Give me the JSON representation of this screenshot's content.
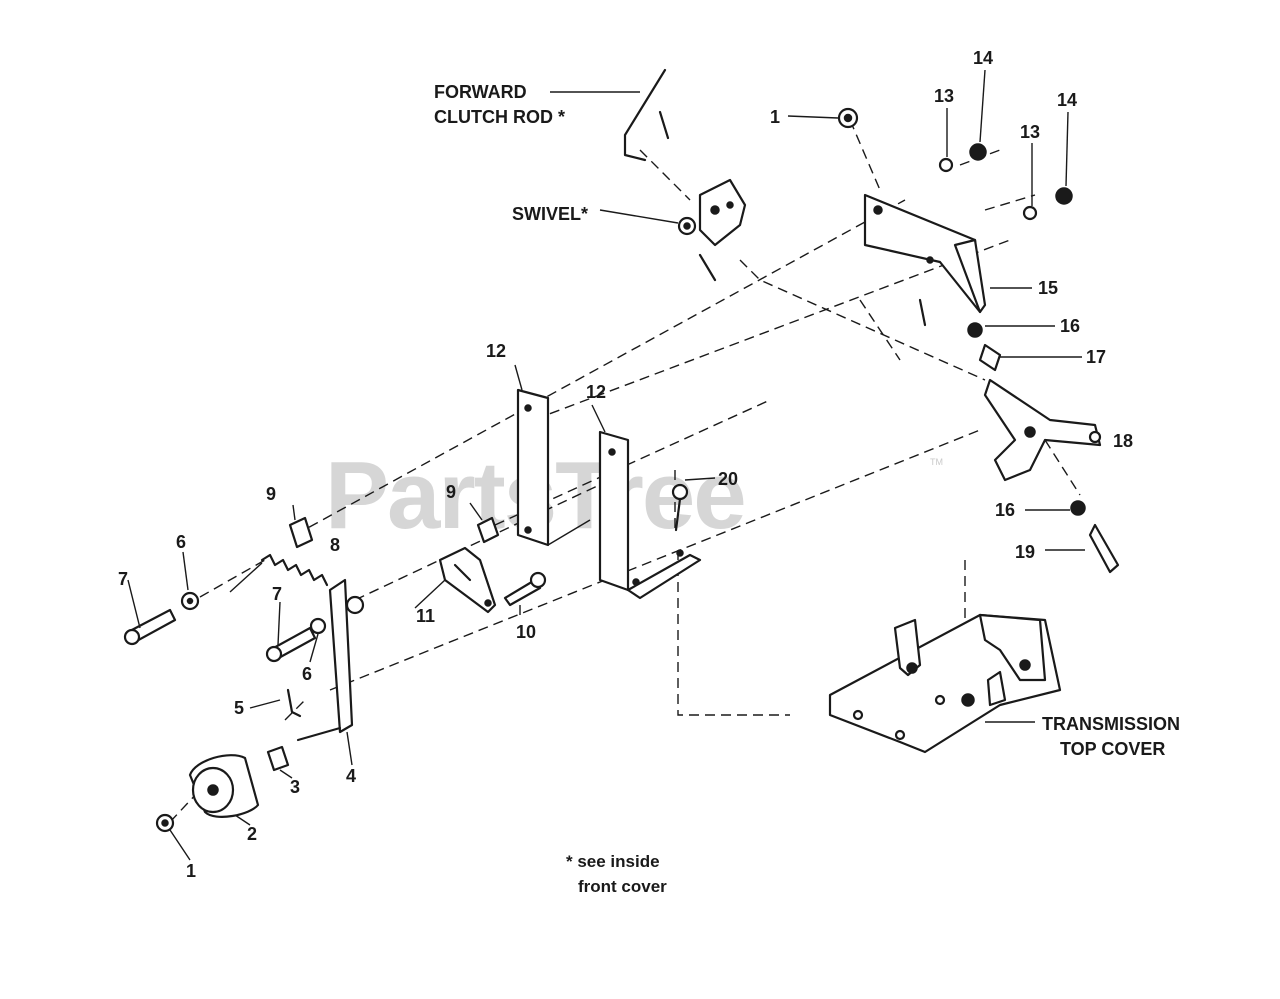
{
  "watermark": {
    "text": "PartsTree",
    "tm": "TM"
  },
  "callouts": [
    {
      "id": "c1a",
      "text": "1"
    },
    {
      "id": "c1b",
      "text": "1"
    },
    {
      "id": "c2",
      "text": "2"
    },
    {
      "id": "c3",
      "text": "3"
    },
    {
      "id": "c4",
      "text": "4"
    },
    {
      "id": "c5",
      "text": "5"
    },
    {
      "id": "c6a",
      "text": "6"
    },
    {
      "id": "c6b",
      "text": "6"
    },
    {
      "id": "c7a",
      "text": "7"
    },
    {
      "id": "c7b",
      "text": "7"
    },
    {
      "id": "c8",
      "text": "8"
    },
    {
      "id": "c9a",
      "text": "9"
    },
    {
      "id": "c9b",
      "text": "9"
    },
    {
      "id": "c10",
      "text": "10"
    },
    {
      "id": "c11",
      "text": "11"
    },
    {
      "id": "c12a",
      "text": "12"
    },
    {
      "id": "c12b",
      "text": "12"
    },
    {
      "id": "c13a",
      "text": "13"
    },
    {
      "id": "c13b",
      "text": "13"
    },
    {
      "id": "c14a",
      "text": "14"
    },
    {
      "id": "c14b",
      "text": "14"
    },
    {
      "id": "c15",
      "text": "15"
    },
    {
      "id": "c16a",
      "text": "16"
    },
    {
      "id": "c16b",
      "text": "16"
    },
    {
      "id": "c17",
      "text": "17"
    },
    {
      "id": "c18",
      "text": "18"
    },
    {
      "id": "c19",
      "text": "19"
    },
    {
      "id": "c20",
      "text": "20"
    }
  ],
  "named_labels": {
    "forward_clutch_rod": [
      "FORWARD",
      "CLUTCH ROD *"
    ],
    "swivel": "SWIVEL*",
    "transmission_top_cover": [
      "TRANSMISSION",
      "TOP COVER"
    ]
  },
  "footnote": [
    "* see inside",
    "front cover"
  ]
}
